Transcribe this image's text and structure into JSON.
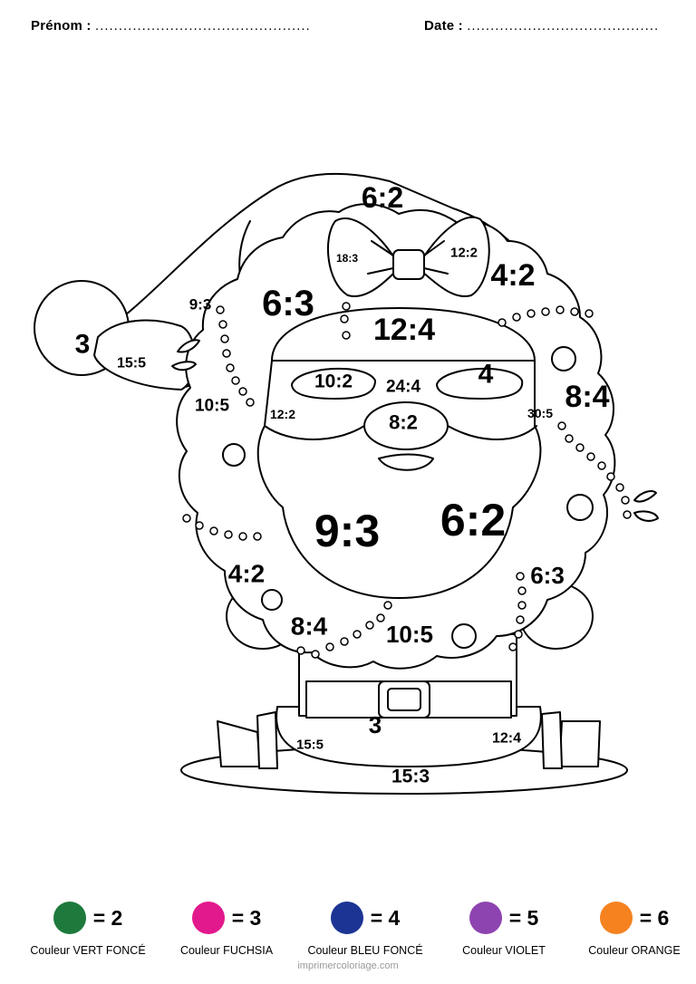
{
  "header": {
    "prenom_label": "Prénom :",
    "prenom_dots": "..............................................",
    "date_label": "Date :",
    "date_dots": "........................................."
  },
  "labels": {
    "bow_top": "6:2",
    "bow_left": "18:3",
    "bow_right": "12:2",
    "pompom": "3",
    "hat_tip": "15:5",
    "hat_left_small": "9:3",
    "wreath_top_left": "6:3",
    "wreath_top_right": "4:2",
    "wreath_left": "10:5",
    "wreath_right": "8:4",
    "hat_band": "12:4",
    "eye_left": "10:2",
    "between_eyes": "24:4",
    "eye_right": "4",
    "cheek_left": "12:2",
    "cheek_right": "30:5",
    "nose": "8:2",
    "beard_left": "9:3",
    "beard_right": "6:2",
    "wreath_bottom_left": "4:2",
    "wreath_bottom_right": "6:3",
    "wreath_bottom_mid_left": "8:4",
    "wreath_bottom_mid": "10:5",
    "belt": "3",
    "leg_left": "15:5",
    "leg_right": "12:4",
    "ground": "15:3"
  },
  "legend": [
    {
      "color": "#1e7a3c",
      "eq": "= 2",
      "name": "Couleur VERT FONCÉ"
    },
    {
      "color": "#e2198d",
      "eq": "= 3",
      "name": "Couleur FUCHSIA"
    },
    {
      "color": "#1c3594",
      "eq": "= 4",
      "name": "Couleur BLEU FONCÉ"
    },
    {
      "color": "#8e44b0",
      "eq": "= 5",
      "name": "Couleur VIOLET"
    },
    {
      "color": "#f5821f",
      "eq": "= 6",
      "name": "Couleur ORANGE"
    }
  ],
  "credit": "imprimercoloriage.com"
}
